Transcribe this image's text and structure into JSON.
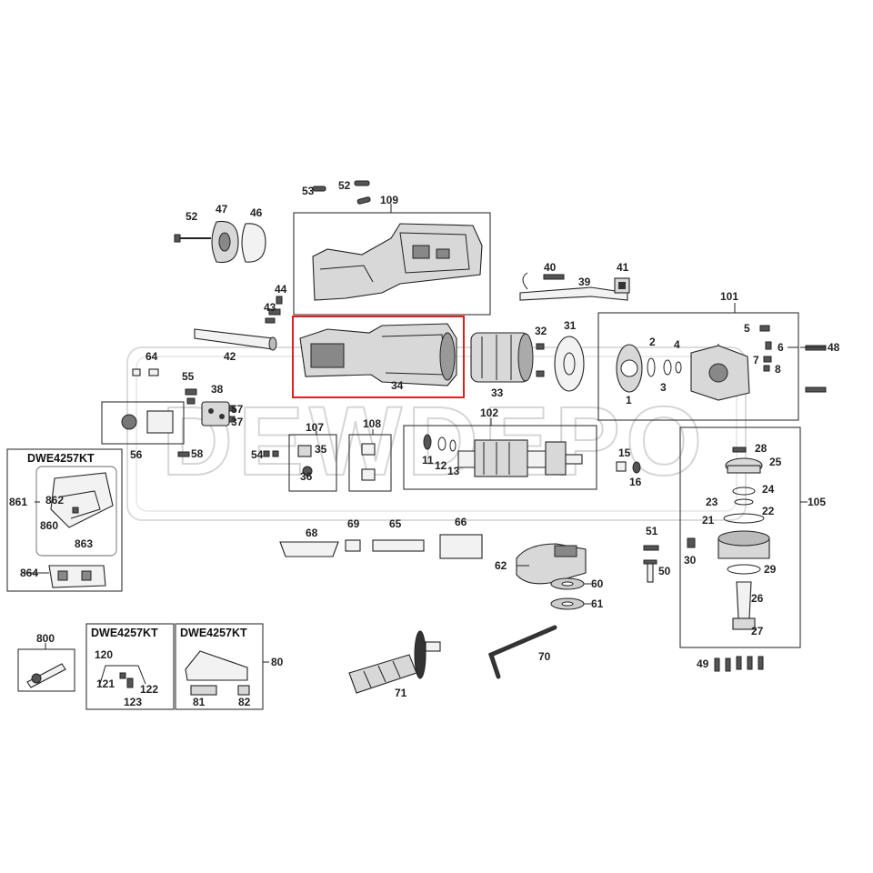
{
  "watermark": "DEWDEPO",
  "kit_labels": {
    "kit_861": "DWE4257KT",
    "kit_120": "DWE4257KT",
    "kit_80": "DWE4257KT"
  },
  "callouts": {
    "n1": "1",
    "n2": "2",
    "n3": "3",
    "n4": "4",
    "n5": "5",
    "n6": "6",
    "n7": "7",
    "n8": "8",
    "n11": "11",
    "n12": "12",
    "n13": "13",
    "n15": "15",
    "n16": "16",
    "n21": "21",
    "n22": "22",
    "n23": "23",
    "n24": "24",
    "n25": "25",
    "n26": "26",
    "n27": "27",
    "n28": "28",
    "n29": "29",
    "n30": "30",
    "n31": "31",
    "n32": "32",
    "n33": "33",
    "n34": "34",
    "n35": "35",
    "n36": "36",
    "n37": "37",
    "n38": "38",
    "n39": "39",
    "n40": "40",
    "n41": "41",
    "n42": "42",
    "n43": "43",
    "n44": "44",
    "n46": "46",
    "n47": "47",
    "n48": "48",
    "n49": "49",
    "n50": "50",
    "n51": "51",
    "n52a": "52",
    "n52b": "52",
    "n53": "53",
    "n54": "54",
    "n55": "55",
    "n56": "56",
    "n57": "57",
    "n58": "58",
    "n60": "60",
    "n61": "61",
    "n62": "62",
    "n64": "64",
    "n65": "65",
    "n66": "66",
    "n68": "68",
    "n69": "69",
    "n70": "70",
    "n71": "71",
    "n80": "80",
    "n81": "81",
    "n82": "82",
    "n101": "101",
    "n102": "102",
    "n105": "105",
    "n107": "107",
    "n108": "108",
    "n109": "109",
    "n120": "120",
    "n121": "121",
    "n122": "122",
    "n123": "123",
    "n800": "800",
    "n860": "860",
    "n861": "861",
    "n862": "862",
    "n863": "863",
    "n864": "864"
  },
  "highlight": {
    "part": "34",
    "color": "#e02020"
  }
}
